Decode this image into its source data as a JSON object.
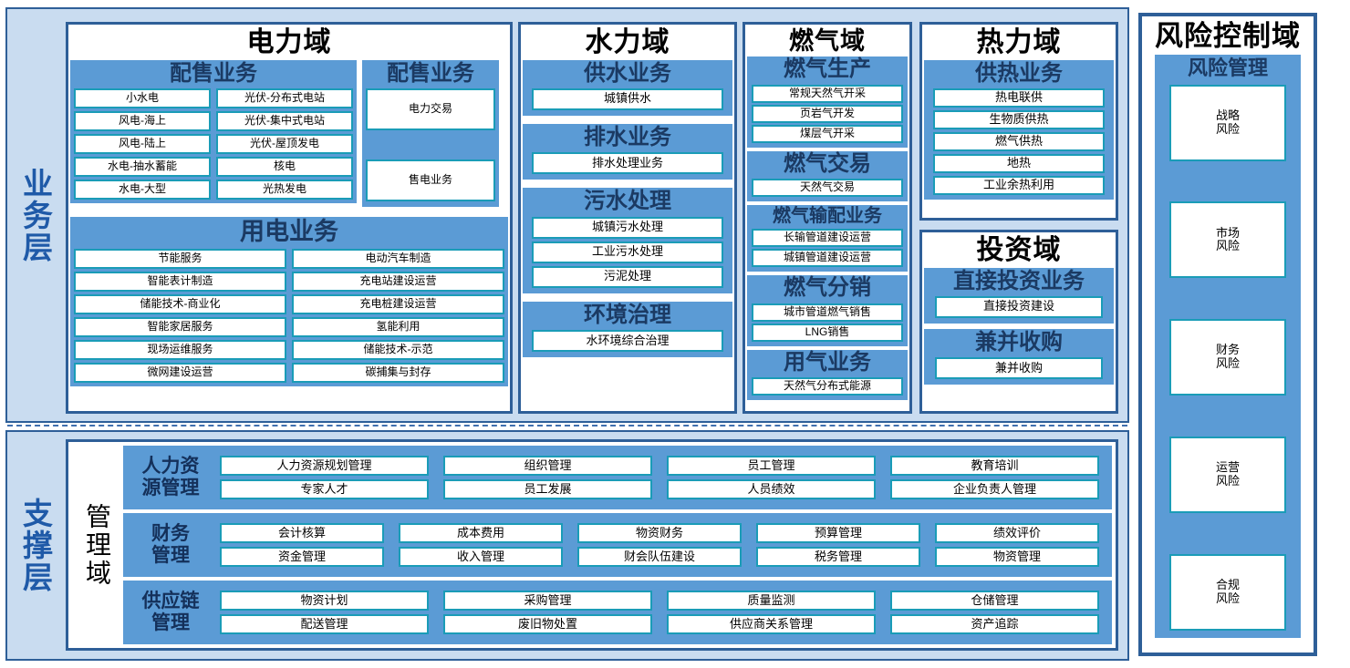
{
  "layers": {
    "business": "业务层",
    "support": "支撑层"
  },
  "colors": {
    "frame_border": "#2e5f98",
    "layer_bg": "#c9dcf0",
    "group_bg": "#5b9bd5",
    "item_border": "#1a9cb7",
    "title_text": "#000000",
    "layer_label_text": "#1f5aa8"
  },
  "power_domain": {
    "title": "电力域",
    "distribution": {
      "title": "配售业务",
      "left": [
        "小水电",
        "风电-海上",
        "风电-陆上",
        "水电-抽水蓄能",
        "水电-大型"
      ],
      "right": [
        "光伏-分布式电站",
        "光伏-集中式电站",
        "光伏-屋顶发电",
        "核电",
        "光热发电"
      ]
    },
    "trading": {
      "title": "配售业务",
      "items": [
        "电力交易",
        "售电业务"
      ]
    },
    "consumption": {
      "title": "用电业务",
      "left": [
        "节能服务",
        "智能表计制造",
        "储能技术-商业化",
        "智能家居服务",
        "现场运维服务",
        "微网建设运营"
      ],
      "right": [
        "电动汽车制造",
        "充电站建设运营",
        "充电桩建设运营",
        "氢能利用",
        "储能技术-示范",
        "碳捕集与封存"
      ]
    }
  },
  "water_domain": {
    "title": "水力域",
    "groups": [
      {
        "title": "供水业务",
        "items": [
          "城镇供水"
        ]
      },
      {
        "title": "排水业务",
        "items": [
          "排水处理业务"
        ]
      },
      {
        "title": "污水处理",
        "items": [
          "城镇污水处理",
          "工业污水处理",
          "污泥处理"
        ]
      },
      {
        "title": "环境治理",
        "items": [
          "水环境综合治理"
        ]
      }
    ]
  },
  "gas_domain": {
    "title": "燃气域",
    "groups": [
      {
        "title": "燃气生产",
        "items": [
          "常规天然气开采",
          "页岩气开发",
          "煤层气开采"
        ]
      },
      {
        "title": "燃气交易",
        "items": [
          "天然气交易"
        ]
      },
      {
        "title": "燃气输配业务",
        "items": [
          "长输管道建设运营",
          "城镇管道建设运营"
        ]
      },
      {
        "title": "燃气分销",
        "items": [
          "城市管道燃气销售",
          "LNG销售"
        ]
      },
      {
        "title": "用气业务",
        "items": [
          "天然气分布式能源"
        ]
      }
    ]
  },
  "heat_domain": {
    "title": "热力域",
    "groups": [
      {
        "title": "供热业务",
        "items": [
          "热电联供",
          "生物质供热",
          "燃气供热",
          "地热",
          "工业余热利用"
        ]
      }
    ]
  },
  "invest_domain": {
    "title": "投资域",
    "groups": [
      {
        "title": "直接投资业务",
        "items": [
          "直接投资建设"
        ]
      },
      {
        "title": "兼并收购",
        "items": [
          "兼并收购"
        ]
      }
    ]
  },
  "risk_domain": {
    "title": "风险控制域",
    "group_title": "风险管理",
    "items": [
      "战略\n风险",
      "市场\n风险",
      "财务\n风险",
      "运营\n风险",
      "合规\n风险"
    ]
  },
  "mgmt_domain": {
    "title": "管理域",
    "rows": [
      {
        "label": "人力资\n源管理",
        "columns": [
          [
            "人力资源规划管理",
            "专家人才"
          ],
          [
            "组织管理",
            "员工发展"
          ],
          [
            "员工管理",
            "人员绩效"
          ],
          [
            "教育培训",
            "企业负责人管理"
          ]
        ]
      },
      {
        "label": "财务\n管理",
        "columns": [
          [
            "会计核算",
            "资金管理"
          ],
          [
            "成本费用",
            "收入管理"
          ],
          [
            "物资财务",
            "财会队伍建设"
          ],
          [
            "预算管理",
            "税务管理"
          ],
          [
            "绩效评价",
            "物资管理"
          ]
        ]
      },
      {
        "label": "供应链\n管理",
        "columns": [
          [
            "物资计划",
            "配送管理"
          ],
          [
            "采购管理",
            "废旧物处置"
          ],
          [
            "质量监测",
            "供应商关系管理"
          ],
          [
            "仓储管理",
            "资产追踪"
          ]
        ]
      }
    ]
  }
}
